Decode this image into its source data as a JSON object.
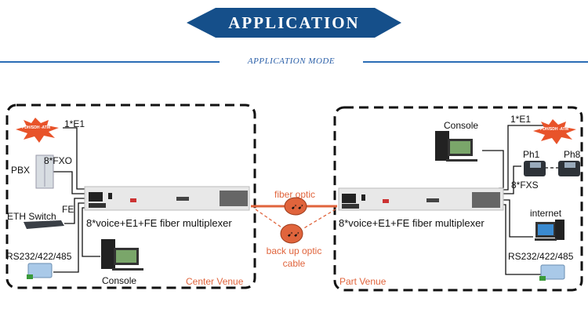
{
  "header": {
    "title": "APPLICATION",
    "subtitle": "APPLICATION MODE",
    "accent_color": "#154f8a",
    "line_color": "#2a6db5"
  },
  "center_venue": {
    "name": "Center Venue",
    "device_label": "8*voice+E1+FE fiber multiplexer",
    "network_cloud": "PDH/SDH -ATM",
    "e1_label": "1*E1",
    "pbx_label": "PBX",
    "fxo_label": "8*FXO",
    "switch_label": "ETH Switch",
    "fe_label": "FE",
    "serial_label": "RS232/422/485",
    "console_label": "Console"
  },
  "link": {
    "primary": "fiber optic",
    "backup_line1": "back up optic",
    "backup_line2": "cable",
    "color": "#e0643c"
  },
  "part_venue": {
    "name": "Part Venue",
    "device_label": "8*voice+E1+FE fiber multiplexer",
    "console_label": "Console",
    "e1_label": "1*E1",
    "network_cloud": "PDH/SDH -ATM",
    "phone_first": "Ph1",
    "phone_last": "Ph8",
    "fxs_label": "8*FXS",
    "internet_label": "internet",
    "serial_label": "RS232/422/485"
  }
}
